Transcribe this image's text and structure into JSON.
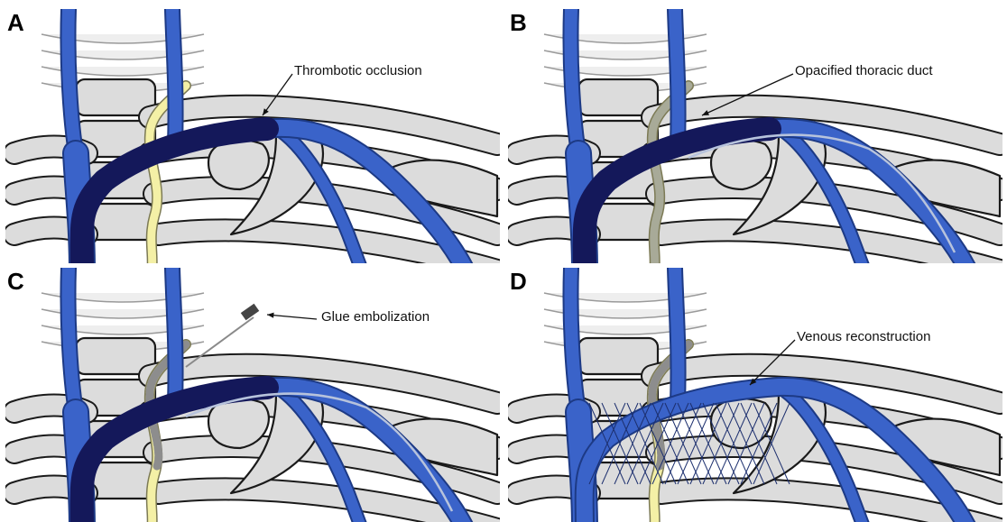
{
  "panels": [
    {
      "letter": "A",
      "callout": "Thrombotic occlusion",
      "state": "occluded"
    },
    {
      "letter": "B",
      "callout": "Opacified thoracic duct",
      "state": "opacified"
    },
    {
      "letter": "C",
      "callout": "Glue embolization",
      "state": "glued"
    },
    {
      "letter": "D",
      "callout": "Venous reconstruction",
      "state": "reconstructed"
    }
  ],
  "colors": {
    "vein": "#3a63c9",
    "vein_edge": "#1d3a85",
    "thrombus": "#14185a",
    "thoracic_duct": "#f4f0a6",
    "opacified_duct": "#a8aa98",
    "bone": "#dcdcdc",
    "outline": "#1a1a1a"
  }
}
